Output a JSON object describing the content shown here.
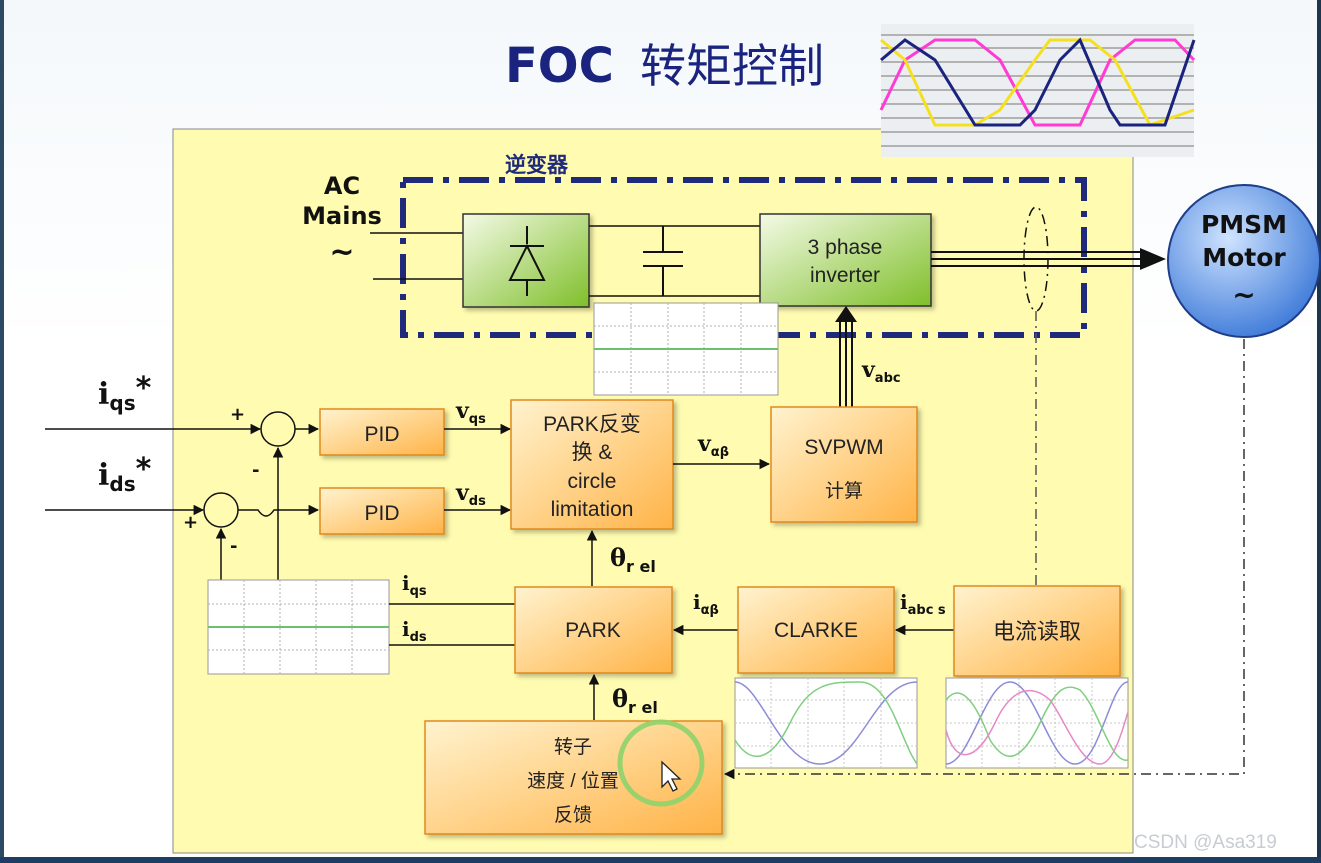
{
  "title": {
    "prefix": "FOC",
    "chinese": "转矩控制"
  },
  "inverter_label": "逆变器",
  "ac_mains": {
    "line1": "AC",
    "line2": "Mains",
    "symbol": "~"
  },
  "blocks": {
    "inverter": {
      "line1": "3 phase",
      "line2": "inverter"
    },
    "motor": {
      "line1": "PMSM",
      "line2": "Motor",
      "symbol": "~"
    },
    "pid_q": "PID",
    "pid_d": "PID",
    "park_inv": {
      "line1": "PARK反变",
      "line2": "换 &",
      "line3": "circle",
      "line4": "limitation"
    },
    "svpwm": {
      "line1": "SVPWM",
      "line2": "计算"
    },
    "park": "PARK",
    "clarke": "CLARKE",
    "current_read": "电流读取",
    "rotor": {
      "line1": "转子",
      "line2": "速度  / 位置",
      "line3": "反馈"
    }
  },
  "signals": {
    "iqs_ref": {
      "main": "i",
      "sub": "qs",
      "star": "*"
    },
    "ids_ref": {
      "main": "i",
      "sub": "ds",
      "star": "*"
    },
    "vqs": {
      "main": "v",
      "sub": "qs"
    },
    "vds": {
      "main": "v",
      "sub": "ds"
    },
    "vab": {
      "main": "v",
      "sub": "αβ"
    },
    "vabc": {
      "main": "v",
      "sub": "abc"
    },
    "theta_top": {
      "main": "θ",
      "sub": "r el"
    },
    "theta_bottom": {
      "main": "θ",
      "sub": "r el"
    },
    "iqs_fb": {
      "main": "i",
      "sub": "qs"
    },
    "ids_fb": {
      "main": "i",
      "sub": "ds"
    },
    "iab": {
      "main": "i",
      "sub": "αβ"
    },
    "iabc": {
      "main": "i",
      "sub": "abc s"
    }
  },
  "summing": {
    "plus_q": "+",
    "minus_q": "-",
    "plus_d": "+",
    "minus_d": "-"
  },
  "watermark": "CSDN @Asa319",
  "colors": {
    "panel": "#fffbb0",
    "block_orange": "#ffc266",
    "block_green": "#8dc63f",
    "title_blue": "#1a237e",
    "dashdot_blue": "#1f2a7a",
    "motor_blue": "#3a7bd5",
    "cursor_ring": "#8ed36b"
  },
  "icons": {
    "rectifier": "diode-icon",
    "dc_link": "capacitor-icon",
    "cursor": "mouse-pointer-icon"
  }
}
